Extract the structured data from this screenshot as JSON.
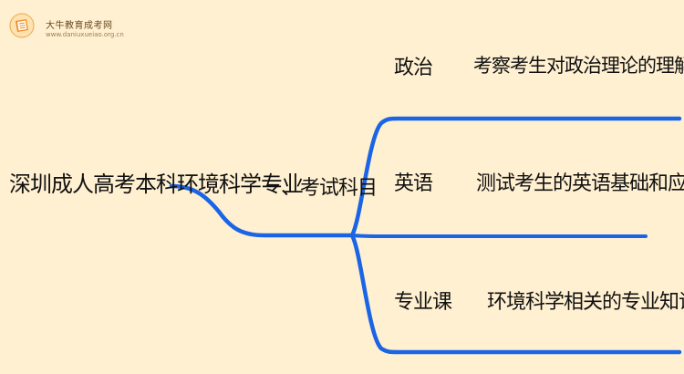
{
  "watermark": {
    "name": "大牛教育成考网",
    "url": "www.daniuxueiao.org.cn"
  },
  "mindmap": {
    "root": "深圳成人高考本科环境科学专业",
    "level1": "一、考试科目",
    "items": [
      {
        "name": "政治",
        "desc": "考察考生对政治理论的理解和应用能力。"
      },
      {
        "name": "英语",
        "desc": "测试考生的英语基础和应用能力。"
      },
      {
        "name": "专业课",
        "desc": "环境科学相关的专业知识，包括环境"
      }
    ]
  },
  "colors": {
    "background": "#FFF0D1",
    "branch": "#1A64E6",
    "text": "#111111"
  }
}
